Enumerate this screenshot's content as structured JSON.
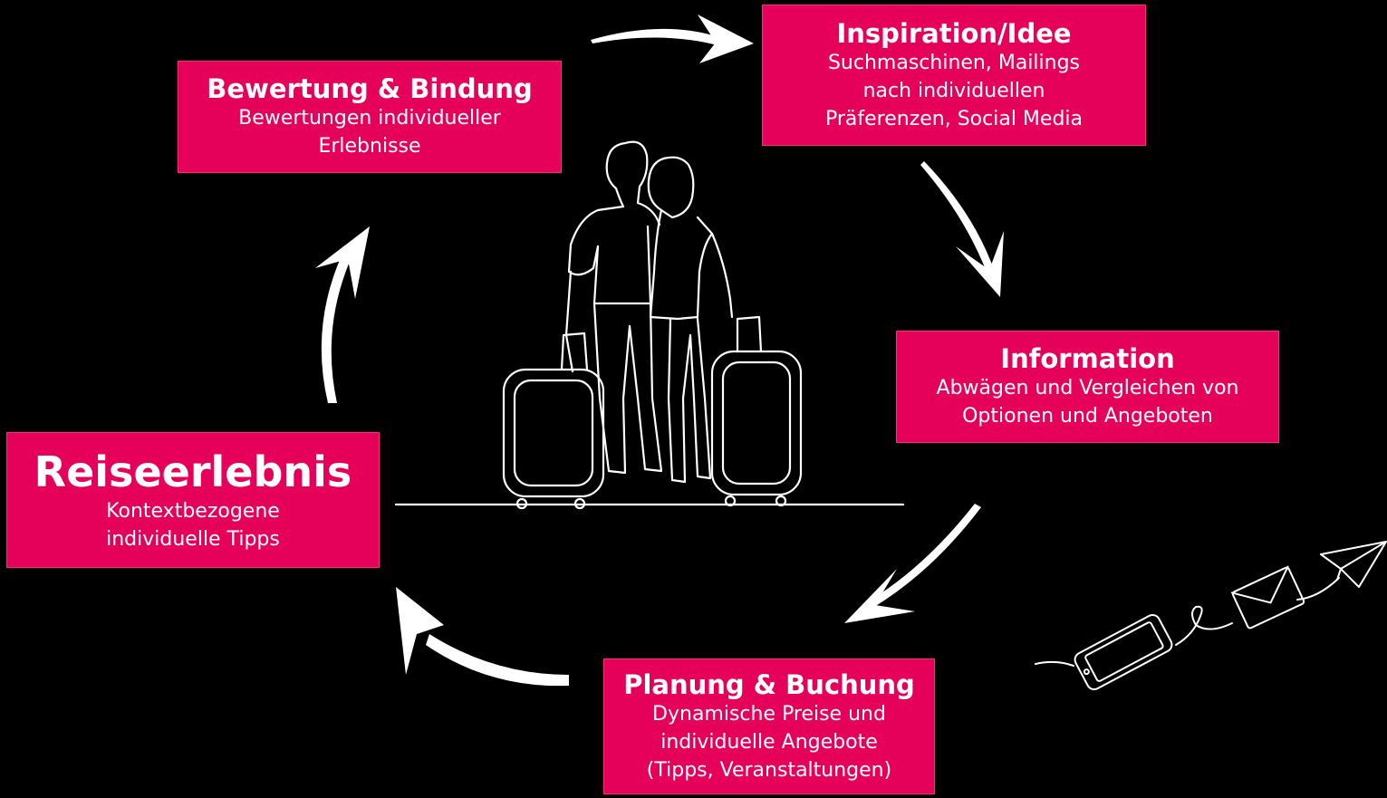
{
  "colors": {
    "background": "#000000",
    "box": "#e5005a",
    "line": "#ffffff"
  },
  "steps": {
    "inspiration": {
      "title": "Inspiration/Idee",
      "desc": [
        "Suchmaschinen, Mailings",
        "nach individuellen",
        "Präferenzen, Social Media"
      ]
    },
    "information": {
      "title": "Information",
      "desc": [
        "Abwägen und Vergleichen von",
        "Optionen und Angeboten"
      ]
    },
    "planung": {
      "title": "Planung & Buchung",
      "desc": [
        "Dynamische Preise und",
        "individuelle Angebote",
        "(Tipps, Veranstaltungen)"
      ]
    },
    "reiseerlebnis": {
      "title": "Reiseerlebnis",
      "desc": [
        "Kontextbezogene",
        "individuelle Tipps"
      ]
    },
    "bewertung": {
      "title": "Bewertung & Bindung",
      "desc": [
        "Bewertungen individueller",
        "Erlebnisse"
      ]
    }
  },
  "illustrations": {
    "center": "couple-with-suitcases-illustration",
    "corner": "phone-mail-paperplane-illustration"
  }
}
